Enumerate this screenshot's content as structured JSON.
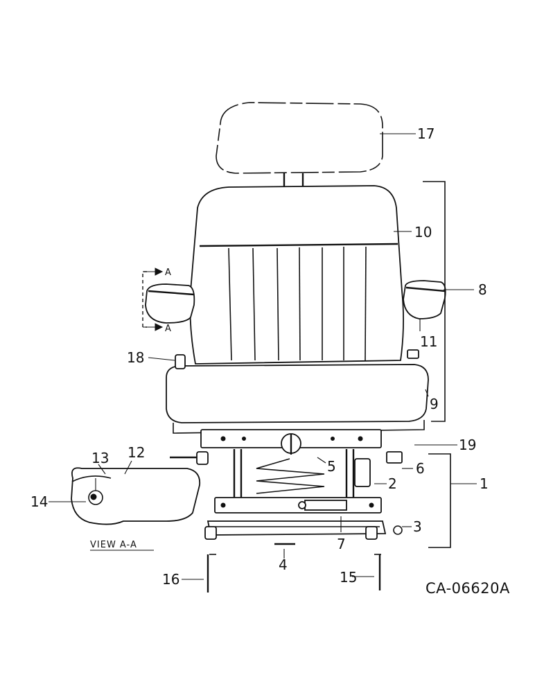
{
  "callouts": {
    "c1": "1",
    "c2": "2",
    "c3": "3",
    "c4": "4",
    "c5": "5",
    "c6": "6",
    "c7": "7",
    "c8": "8",
    "c9": "9",
    "c10": "10",
    "c11": "11",
    "c12": "12",
    "c13": "13",
    "c14": "14",
    "c15": "15",
    "c16": "16",
    "c17": "17",
    "c18": "18",
    "c19": "19"
  },
  "section_marks": {
    "top": "A",
    "bottom": "A"
  },
  "view_caption": "VIEW A-A",
  "drawing_code": "CA-06620A"
}
